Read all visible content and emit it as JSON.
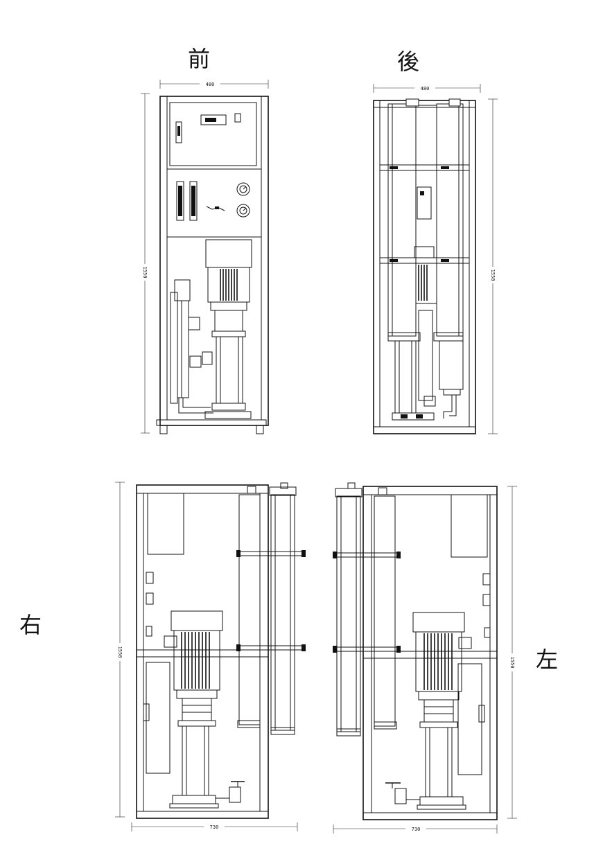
{
  "views": {
    "front": {
      "label": "前",
      "width_dim": "480",
      "height_dim": "1550"
    },
    "back": {
      "label": "後",
      "width_dim": "480",
      "height_dim": "1550"
    },
    "right": {
      "label": "右",
      "width_dim": "730",
      "height_dim": "1550"
    },
    "left": {
      "label": "左",
      "width_dim": "730",
      "height_dim": "1550"
    }
  }
}
